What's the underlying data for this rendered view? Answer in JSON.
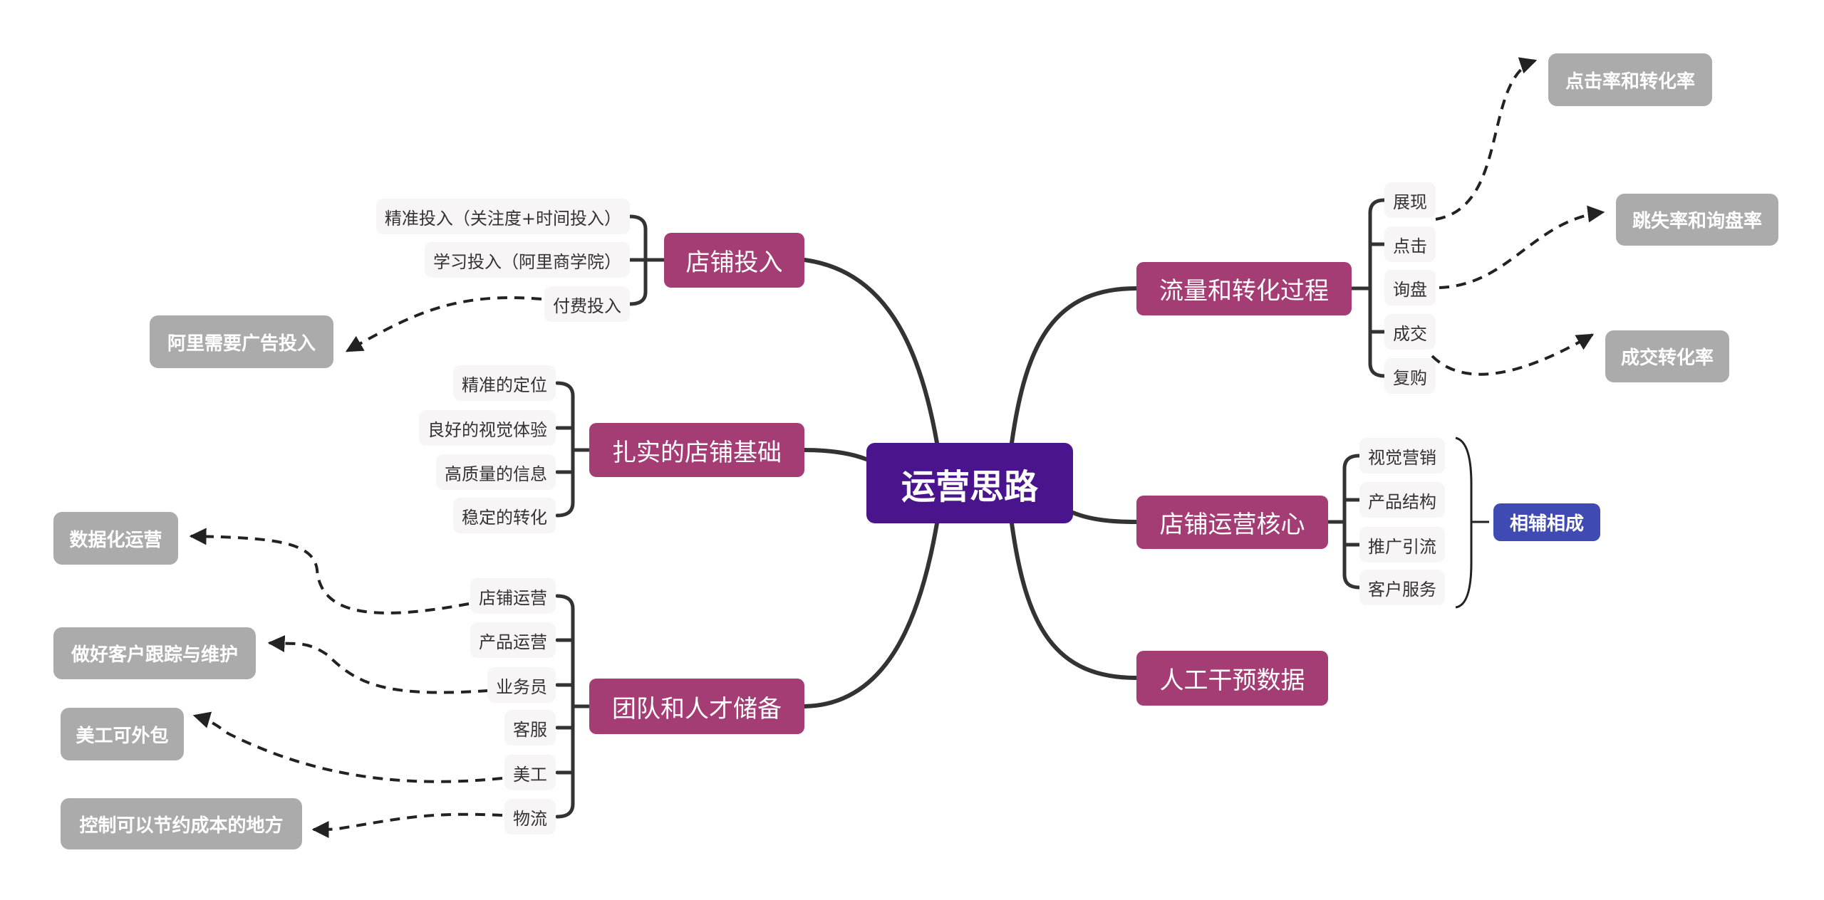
{
  "central": {
    "label": "运营思路",
    "color": "#4a148c"
  },
  "colors": {
    "main": "#a33d74",
    "leaf_bg": "#f7f5f5",
    "callout": "#ababab",
    "summary": "#3f4ab3",
    "line": "#333333"
  },
  "branches": {
    "store_investment": {
      "label": "店铺投入",
      "children": [
        "精准投入（关注度+时间投入）",
        "学习投入（阿里商学院）",
        "付费投入"
      ],
      "callout": "阿里需要广告投入"
    },
    "store_foundation": {
      "label": "扎实的店铺基础",
      "children": [
        "精准的定位",
        "良好的视觉体验",
        "高质量的信息",
        "稳定的转化"
      ]
    },
    "team": {
      "label": "团队和人才储备",
      "children": [
        "店铺运营",
        "产品运营",
        "业务员",
        "客服",
        "美工",
        "物流"
      ],
      "callouts": [
        "数据化运营",
        "做好客户跟踪与维护",
        "美工可外包",
        "控制可以节约成本的地方"
      ]
    },
    "traffic": {
      "label": "流量和转化过程",
      "children": [
        "展现",
        "点击",
        "询盘",
        "成交",
        "复购"
      ],
      "callouts": [
        "点击率和转化率",
        "跳失率和询盘率",
        "成交转化率"
      ]
    },
    "core": {
      "label": "店铺运营核心",
      "children": [
        "视觉营销",
        "产品结构",
        "推广引流",
        "客户服务"
      ],
      "summary": "相辅相成"
    },
    "manual": {
      "label": "人工干预数据"
    }
  }
}
